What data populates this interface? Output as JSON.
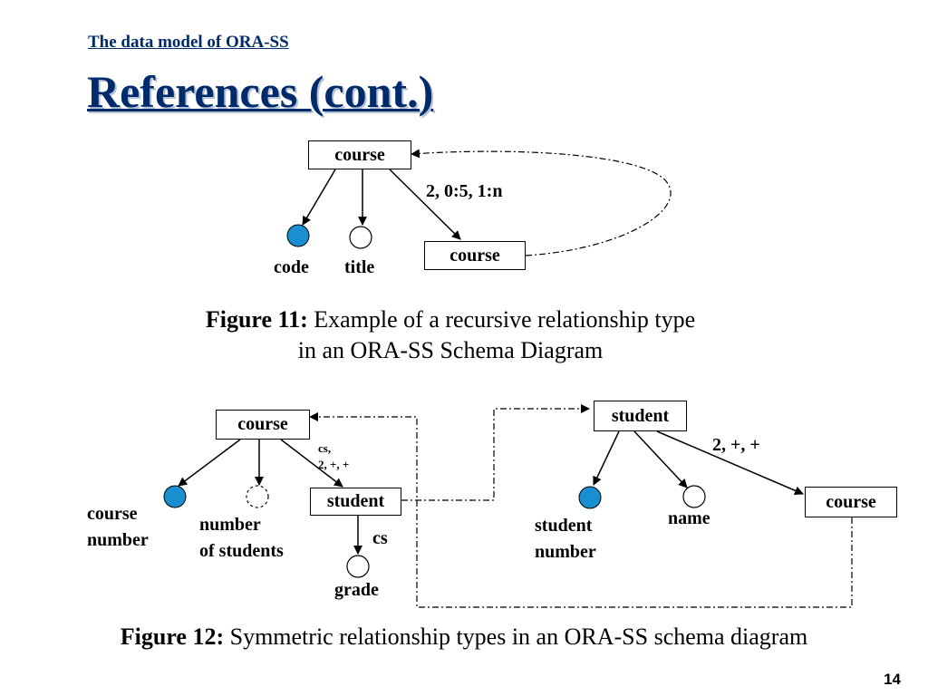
{
  "header": {
    "subtitle": "The data model of ORA-SS",
    "title": "References (cont.)"
  },
  "figure11": {
    "object_course": "course",
    "relationship_label": "2, 0:5, 1:n",
    "child_course": "course",
    "attr_code": "code",
    "attr_title": "title",
    "caption_bold": "Figure 11:",
    "caption_line1": "Example of a recursive relationship type",
    "caption_line2": "in an ORA-SS Schema Diagram"
  },
  "figure12": {
    "left": {
      "object_course": "course",
      "relationship_label_1": "cs,",
      "relationship_label_2": "2, +, +",
      "child_student": "student",
      "attr_course_number_1": "course",
      "attr_course_number_2": "number",
      "attr_number_of_students_1": "number",
      "attr_number_of_students_2": "of students",
      "rel_attr_label": "cs",
      "attr_grade": "grade"
    },
    "right": {
      "object_student": "student",
      "relationship_label": "2, +, +",
      "child_course": "course",
      "attr_student_number_1": "student",
      "attr_student_number_2": "number",
      "attr_name": "name"
    },
    "caption_bold": "Figure 12:",
    "caption_text": "Symmetric relationship types in an ORA-SS schema diagram"
  },
  "page_number": "14",
  "colors": {
    "title": "#002b6b",
    "key_attribute": "#1a8fd0"
  }
}
